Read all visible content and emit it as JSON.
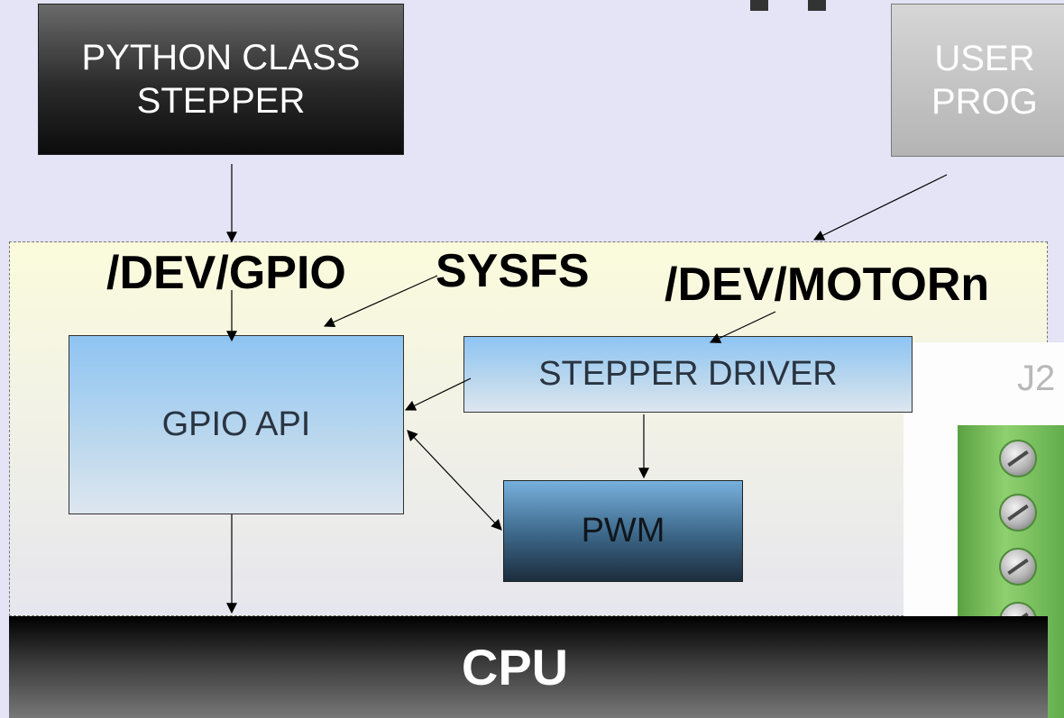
{
  "boxes": {
    "python_class": "PYTHON CLASS\nSTEPPER",
    "user_program": "USER\nPROG",
    "gpio_api": "GPIO API",
    "stepper_driver": "STEPPER DRIVER",
    "pwm": "PWM",
    "cpu": "CPU"
  },
  "interfaces": {
    "dev_gpio": "/DEV/GPIO",
    "sysfs": "SYSFS",
    "dev_motor": "/DEV/MOTORn"
  },
  "photo": {
    "label": "J2"
  },
  "colors": {
    "background": "#e4e4f6",
    "kernel_region": "#f6f6de",
    "blue_box": "#bcd8ee",
    "dark_box": "#2a2a2a",
    "cpu_bar": "#3a3a3a",
    "terminal_green": "#7cc25c"
  }
}
